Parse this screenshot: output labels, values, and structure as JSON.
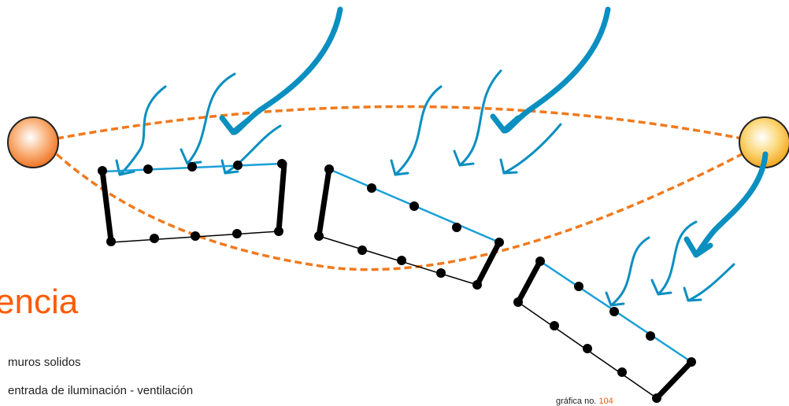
{
  "heading": "encia",
  "legend": {
    "solid_walls": "muros solidos",
    "light_vent": "entrada de iluminación - ventilación"
  },
  "caption": {
    "label": "gráfica no.",
    "number": "104"
  },
  "colors": {
    "heading": "#ff5a00",
    "sun_path": "#f07a1e",
    "sun_rays": "#0a8fc0",
    "glazing_line": "#1a9fd8",
    "walls": "#000000",
    "sun_left": "#f58a3a",
    "sun_right": "#f7c53a"
  },
  "icons": [
    "sun-sunrise-icon",
    "sun-sunset-icon",
    "sunlight-arrow-icon"
  ]
}
